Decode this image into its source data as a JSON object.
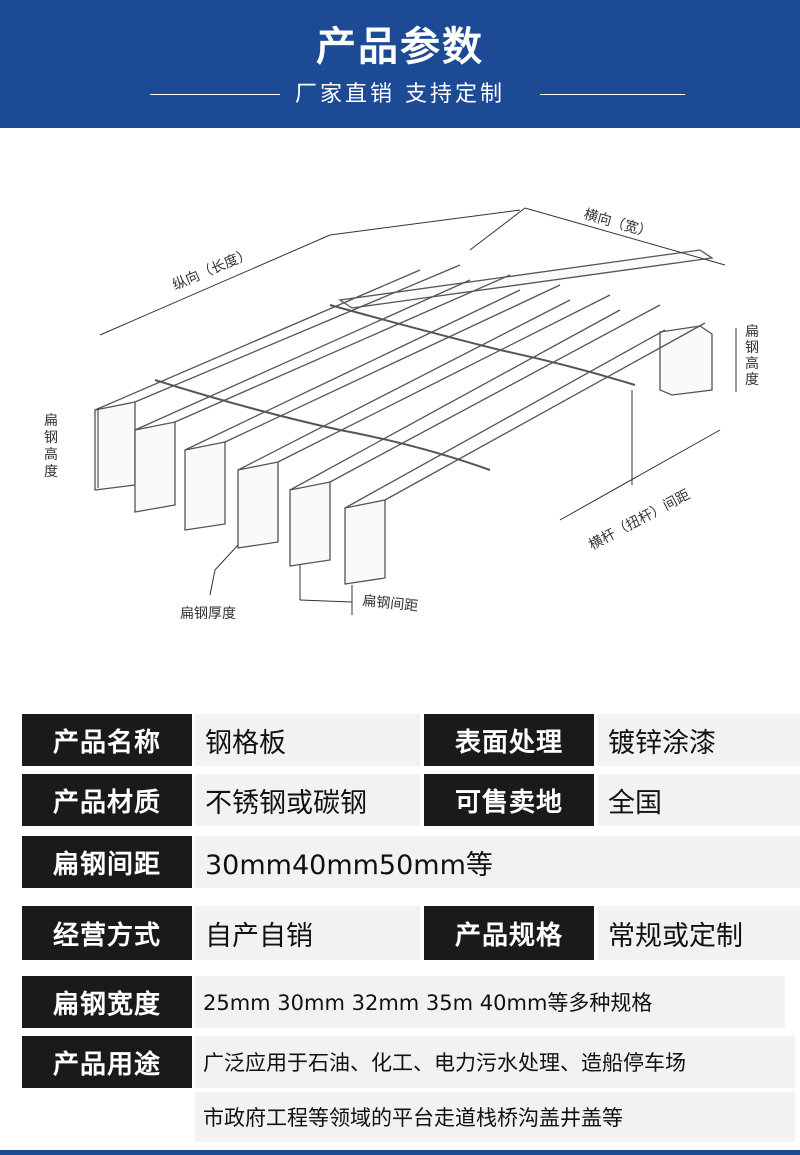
{
  "header": {
    "title": "产品参数",
    "subtitle": "厂家直销  支持定制"
  },
  "diagram": {
    "labels": {
      "longitudinal": "纵向（长度）",
      "transverse": "横向（宽）",
      "bar_height_right": "扁钢高度",
      "bar_height_left": "扁钢高度",
      "cross_bar_pitch": "横杆（扭杆）间距",
      "bar_thickness": "扁钢厚度",
      "bar_pitch": "扁钢间距"
    }
  },
  "specs": {
    "name_label": "产品名称",
    "name_value": "钢格板",
    "surface_label": "表面处理",
    "surface_value": "镀锌涂漆",
    "material_label": "产品材质",
    "material_value": "不锈钢或碳钢",
    "market_label": "可售卖地",
    "market_value": "全国",
    "spacing_label": "扁钢间距",
    "spacing_value": "30mm40mm50mm等",
    "business_label": "经营方式",
    "business_value": "自产自销",
    "size_label": "产品规格",
    "size_value": "常规或定制",
    "width_label": "扁钢宽度",
    "width_value": "25mm 30mm 32mm 35m 40mm等多种规格",
    "usage_label": "产品用途",
    "usage_value_1": "广泛应用于石油、化工、电力污水处理、造船停车场",
    "usage_value_2": "市政府工程等领域的平台走道栈桥沟盖井盖等"
  },
  "colors": {
    "brand_blue": "#1d4a94",
    "label_bg": "#1a1a1a",
    "value_bg": "#f2f2f2"
  }
}
